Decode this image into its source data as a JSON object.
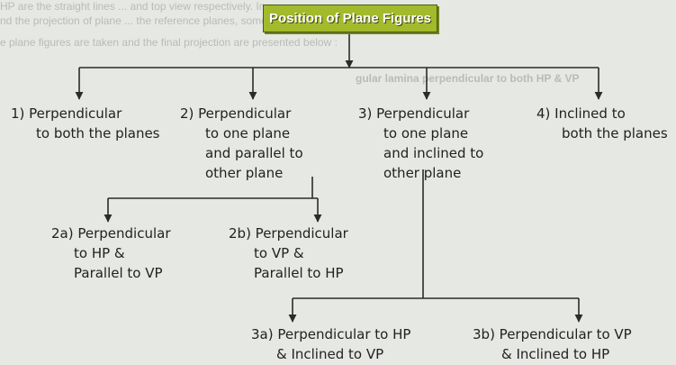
{
  "background_text": [
    "HP are the straight lines ... and top view respectively. In",
    "nd the projection of plane ... the reference planes, some of",
    "e plane figures are taken and the final projection are presented below :",
    "gular lamina perpendicular to both HP & VP"
  ],
  "title": "Position of Plane Figures",
  "nodes": {
    "n1": [
      "1)  Perpendicular",
      "to both the planes"
    ],
    "n2": [
      "2)  Perpendicular",
      "to one plane",
      "and parallel to",
      "other plane"
    ],
    "n3": [
      "3)  Perpendicular",
      "to one plane",
      "and inclined to",
      "other plane"
    ],
    "n4": [
      "4)  Inclined to",
      "both the planes"
    ],
    "n2a": [
      "2a) Perpendicular",
      "to HP &",
      "Parallel  to VP"
    ],
    "n2b": [
      "2b) Perpendicular",
      "to VP &",
      "Parallel  to HP"
    ],
    "n3a": [
      "3a) Perpendicular to HP",
      "& Inclined to VP"
    ],
    "n3b": [
      "3b) Perpendicular to VP",
      "& Inclined to HP"
    ]
  },
  "colors": {
    "title_fill": "#a2ba2b",
    "line": "#2b2b2b",
    "text": "#222222",
    "background": "#e6e8e3"
  }
}
